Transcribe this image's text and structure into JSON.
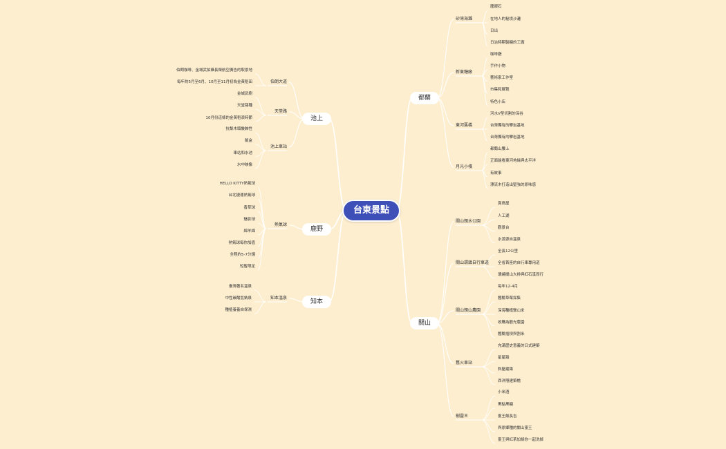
{
  "root": {
    "label": "台東景點"
  },
  "branches": [
    {
      "id": "dulan",
      "label": "都蘭",
      "subs": [
        {
          "label": "砂灣海灘",
          "leaves": [
            "龍眼石",
            "在地人的秘境沙灘",
            "日出",
            "日治時期製糖的工廠"
          ]
        },
        {
          "label": "新東糖廠",
          "leaves": [
            "咖啡廳",
            "手作小物",
            "藝術家工作室",
            "市集和展覽",
            "特色小店"
          ]
        },
        {
          "label": "東河舊橋",
          "leaves": [
            "河水V型切割的深谷",
            "台灣獨有的攀岩基地",
            "台灣獨有的攀岩基地"
          ]
        },
        {
          "label": "月光小棧",
          "leaves": [
            "都蘭山腰上",
            "正面能看東河地緣與太平洋",
            "有故事",
            "漂流木打造出堅強的原味感"
          ]
        }
      ]
    },
    {
      "id": "guanshan",
      "label": "關山",
      "subs": [
        {
          "label": "關山親水公園",
          "leaves": [
            "賞鳥屋",
            "人工湖",
            "觀景台",
            "水源源自溫泉"
          ]
        },
        {
          "label": "關山環鎮自行車道",
          "leaves": [
            "全長12公里",
            "全省首座的自行車專用道",
            "環繞關山大排與紅石溪而行"
          ]
        },
        {
          "label": "關山親山農園",
          "leaves": [
            "每年12-4月",
            "體驗草莓採集",
            "深海種植醫山米",
            "收購為觀光農園",
            "體驗插秧與割米"
          ]
        },
        {
          "label": "舊火車站",
          "leaves": [
            "充滿歷史意義的日式建築",
            "星星蹤",
            "斜屋建築",
            "西洋隱建築檐"
          ]
        },
        {
          "label": "樹靈王",
          "leaves": [
            "小米酒",
            "黑點黑糖",
            "靈王飯長吉",
            "與原鄉種的關山靈王",
            "靈王與紅茶加條你一起洗掉"
          ]
        }
      ]
    },
    {
      "id": "chishang",
      "label": "池上",
      "subs": [
        {
          "label": "伯朗大道",
          "leaves": [
            "伯朗咖啡、金城武拍攝長榮航空廣告的取景地",
            "每年約5月至6月、10月至11月初為金黃稻田"
          ]
        },
        {
          "label": "天堂路",
          "leaves": [
            "金城武樹",
            "天堂路種",
            "10月份這條的金黃稻浪時節"
          ]
        },
        {
          "label": "池上車站",
          "leaves": [
            "抗梨木頭裝飾性",
            "飯盒",
            "車站和水池",
            "水中映像"
          ]
        }
      ]
    },
    {
      "id": "luye",
      "label": "鹿野",
      "subs": [
        {
          "label": "熱氣球",
          "leaves": [
            "HELLO KITTY熱氣球",
            "台北捷運熱氣球",
            "香草球",
            "魅影球",
            "綿羊綿",
            "熱氣球每你加值",
            "全程約5-7分鐘",
            "短暫限定"
          ]
        }
      ]
    },
    {
      "id": "zhiben",
      "label": "知本",
      "subs": [
        {
          "label": "知本溫泉",
          "leaves": [
            "臺灣著名溫泉",
            "中性碳酸氫鈉泉",
            "種植養養自保濕"
          ]
        }
      ]
    }
  ]
}
